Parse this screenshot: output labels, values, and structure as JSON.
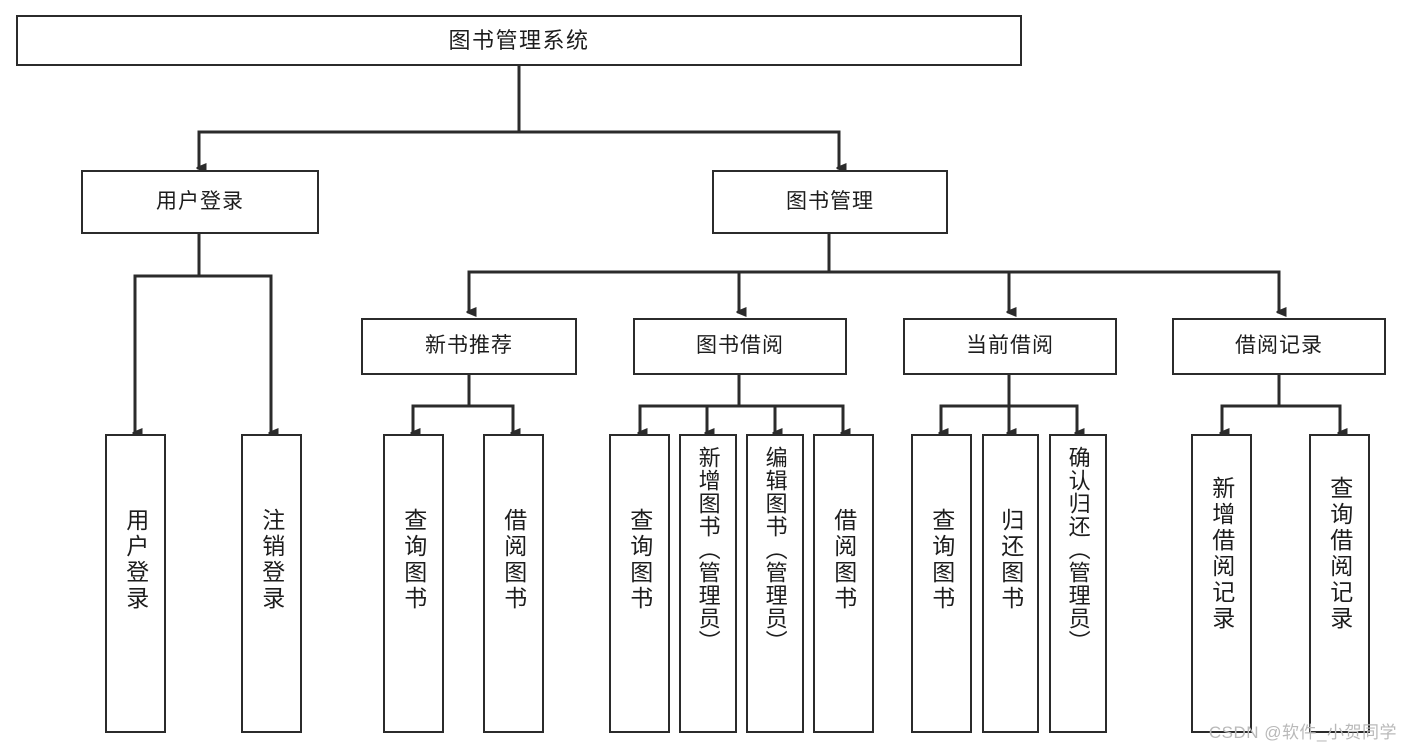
{
  "diagram": {
    "type": "tree",
    "title": "图书管理系统",
    "root": {
      "id": "root",
      "label": "图书管理系统"
    },
    "level2": [
      {
        "id": "user-login",
        "label": "用户登录"
      },
      {
        "id": "book-manage",
        "label": "图书管理"
      }
    ],
    "level3": [
      {
        "id": "new-book-rec",
        "label": "新书推荐",
        "parent": "book-manage"
      },
      {
        "id": "book-borrow",
        "label": "图书借阅",
        "parent": "book-manage"
      },
      {
        "id": "current-borrow",
        "label": "当前借阅",
        "parent": "book-manage"
      },
      {
        "id": "borrow-record",
        "label": "借阅记录",
        "parent": "book-manage"
      }
    ],
    "leaves": [
      {
        "id": "leaf-user-login",
        "label": "用户登录",
        "parent": "user-login"
      },
      {
        "id": "leaf-user-logout",
        "label": "注销登录",
        "parent": "user-login"
      },
      {
        "id": "leaf-query-book-1",
        "label": "查询图书",
        "parent": "new-book-rec"
      },
      {
        "id": "leaf-borrow-book-1",
        "label": "借阅图书",
        "parent": "new-book-rec"
      },
      {
        "id": "leaf-query-book-2",
        "label": "查询图书",
        "parent": "book-borrow"
      },
      {
        "id": "leaf-add-book",
        "label": "新增图书（管理员）",
        "parent": "book-borrow"
      },
      {
        "id": "leaf-edit-book",
        "label": "编辑图书（管理员）",
        "parent": "book-borrow"
      },
      {
        "id": "leaf-borrow-book-2",
        "label": "借阅图书",
        "parent": "book-borrow"
      },
      {
        "id": "leaf-query-book-3",
        "label": "查询图书",
        "parent": "current-borrow"
      },
      {
        "id": "leaf-return-book",
        "label": "归还图书",
        "parent": "current-borrow"
      },
      {
        "id": "leaf-confirm-return",
        "label": "确认归还（管理员）",
        "parent": "current-borrow"
      },
      {
        "id": "leaf-add-record",
        "label": "新增借阅记录",
        "parent": "borrow-record"
      },
      {
        "id": "leaf-query-record",
        "label": "查询借阅记录",
        "parent": "borrow-record"
      }
    ],
    "colors": {
      "box_border": "#2b2b2b",
      "box_fill": "#ffffff",
      "connector": "#2b2b2b",
      "text": "#1d1d1d",
      "background": "#ffffff",
      "watermark": "#b9b9b9"
    }
  },
  "watermark": {
    "text": "CSDN @软件_小贺同学"
  }
}
